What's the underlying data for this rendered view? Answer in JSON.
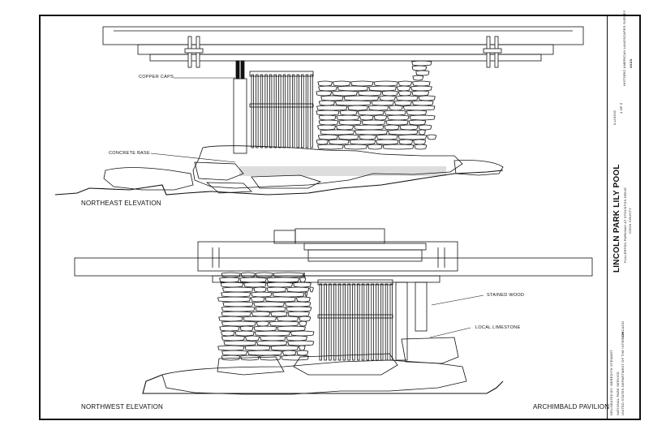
{
  "drawing": {
    "upper_view_title": "NORTHEAST ELEVATION",
    "lower_view_title": "NORTHWEST ELEVATION",
    "structure_name": "ARCHIMBALD PAVILION",
    "callouts": {
      "copper_caps": "COPPER CAPS",
      "concrete_base": "CONCRETE BASE",
      "stained_wood": "STAINED WOOD",
      "local_limestone": "LOCAL LIMESTONE"
    }
  },
  "title_block": {
    "project_title": "LINCOLN PARK LILY POOL",
    "subtitle": "FULLERTON PARKWAY AT STOCKTON DRIVE",
    "county": "COOK COUNTY",
    "city": "CHICAGO",
    "state": "ILLINOIS",
    "sheet": "4 OF 5",
    "survey_number": "XXXX",
    "survey_label": "HISTORIC AMERICAN LANDSCAPES SURVEY",
    "delineator": "DELINEATED BY: MEREDITH STEWART",
    "agency_lines": [
      "NATIONAL PARK SERVICE",
      "UNITED STATES DEPARTMENT OF THE INTERIOR"
    ]
  }
}
